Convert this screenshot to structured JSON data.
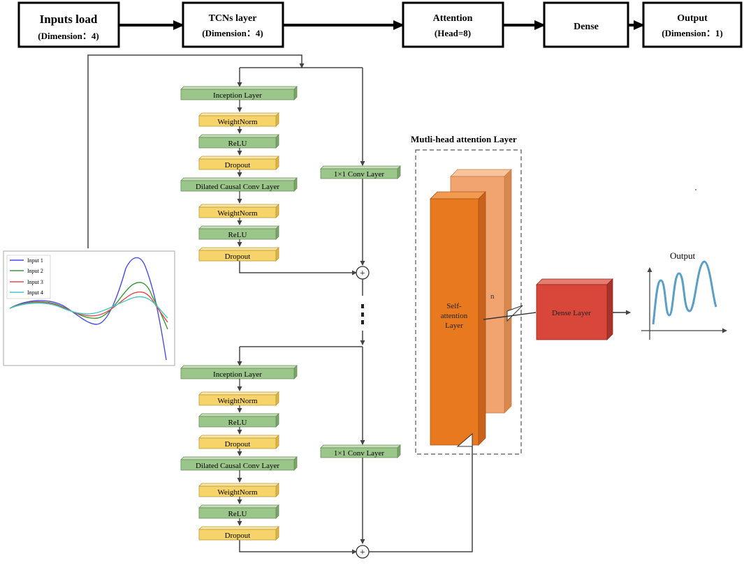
{
  "pipeline": {
    "box1": {
      "title": "Inputs load",
      "sub": "(Dimension：4)"
    },
    "box2": {
      "title": "TCNs layer",
      "sub": "(Dimension：4)"
    },
    "box3": {
      "title": "Attention",
      "sub": "(Head=8)"
    },
    "box4": {
      "title": "Dense"
    },
    "box5": {
      "title": "Output",
      "sub": "(Dimension：1)"
    }
  },
  "tcn_block_1": {
    "inception": "Inception Layer",
    "weightnorm_1": "WeightNorm",
    "relu_1": "ReLU",
    "dropout_1": "Dropout",
    "dilated_conv": "Dilated Causal Conv Layer",
    "weightnorm_2": "WeightNorm",
    "relu_2": "ReLU",
    "dropout_2": "Dropout",
    "conv1x1": "1×1 Conv Layer"
  },
  "tcn_block_2": {
    "inception": "Inception Layer",
    "weightnorm_1": "WeightNorm",
    "relu_1": "ReLU",
    "dropout_1": "Dropout",
    "dilated_conv": "Dilated Causal Conv Layer",
    "weightnorm_2": "WeightNorm",
    "relu_2": "ReLU",
    "dropout_2": "Dropout",
    "conv1x1": "1×1 Conv Layer"
  },
  "sum_symbol": "+",
  "attention": {
    "title": "Mutli-head attention Layer",
    "self_attention_l1": "Self-",
    "self_attention_l2": "attention",
    "self_attention_l3": "Layer",
    "back_peek": "n"
  },
  "dense_layer": "Dense Layer",
  "output_label": "Output",
  "input_legend": [
    {
      "name": "Input 1",
      "color": "#4a4ae8"
    },
    {
      "name": "Input 2",
      "color": "#3a9a3a"
    },
    {
      "name": "Input 3",
      "color": "#e84848"
    },
    {
      "name": "Input 4",
      "color": "#40c8c8"
    }
  ],
  "colors": {
    "green_layer": "#9bc68a",
    "yellow_layer": "#f7d46a",
    "attention_front": "#e8791f",
    "attention_back": "#f2a470",
    "dense": "#d9463a",
    "output_curve": "#5a9fc8"
  }
}
